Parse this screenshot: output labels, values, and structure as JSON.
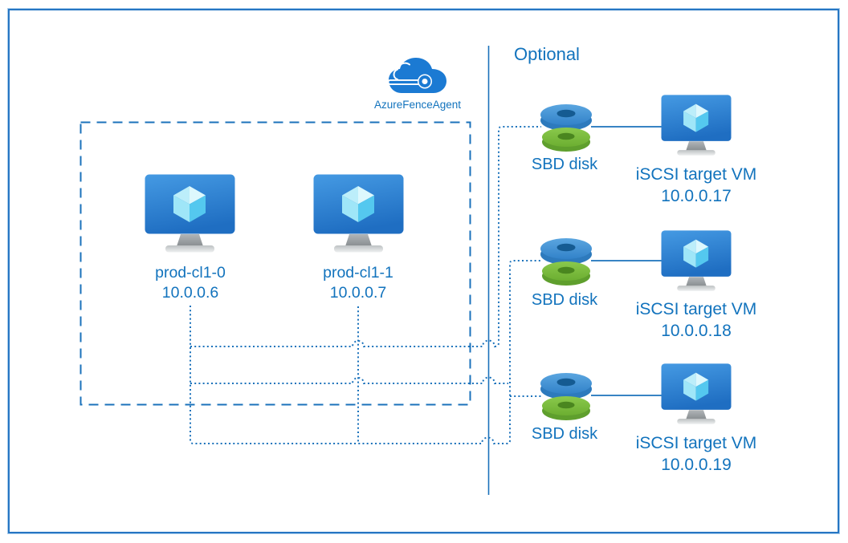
{
  "diagram": {
    "optional_label": "Optional",
    "fence_agent": {
      "label": "AzureFenceAgent"
    },
    "cluster_vms": [
      {
        "name": "prod-cl1-0",
        "ip": "10.0.0.6"
      },
      {
        "name": "prod-cl1-1",
        "ip": "10.0.0.7"
      }
    ],
    "sbd_disks": [
      {
        "label": "SBD disk"
      },
      {
        "label": "SBD disk"
      },
      {
        "label": "SBD disk"
      }
    ],
    "iscsi_vms": [
      {
        "label": "iSCSI target VM",
        "ip": "10.0.0.17"
      },
      {
        "label": "iSCSI target VM",
        "ip": "10.0.0.18"
      },
      {
        "label": "iSCSI target VM",
        "ip": "10.0.0.19"
      }
    ],
    "colors": {
      "line_blue": "#1b72bb",
      "text_blue": "#1273bd",
      "border_blue": "#2676c3",
      "disk_blue": "#4493d6",
      "disk_green": "#7cbf3e"
    }
  }
}
